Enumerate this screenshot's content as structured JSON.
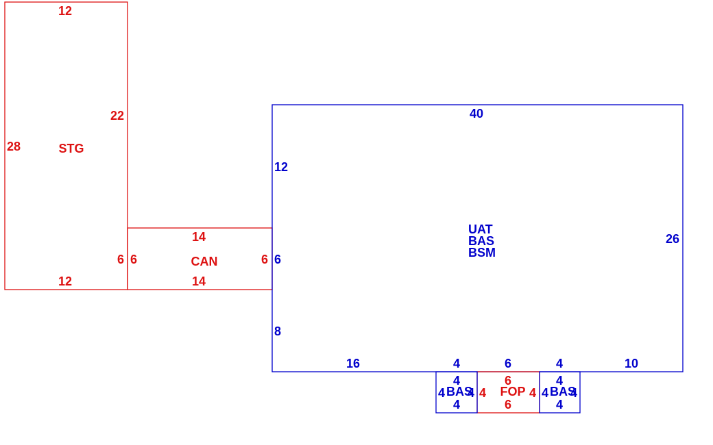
{
  "colors": {
    "primary": "#0000cc",
    "secondary": "#dd1111"
  },
  "areas": {
    "stg": {
      "code": "STG",
      "dims": {
        "top": "12",
        "left": "28",
        "right_upper": "22",
        "right_lower": "6",
        "bottom": "12"
      }
    },
    "can": {
      "code": "CAN",
      "dims": {
        "top": "14",
        "left": "6",
        "right": "6",
        "bottom": "14"
      }
    },
    "main": {
      "codes": [
        "UAT",
        "BAS",
        "BSM"
      ],
      "dims": {
        "top": "40",
        "left_upper": "12",
        "left_mid": "6",
        "left_lower": "8",
        "right": "26",
        "bottom_1": "16",
        "bottom_2": "4",
        "bottom_3": "6",
        "bottom_4": "4",
        "bottom_5": "10"
      }
    },
    "bas_left": {
      "code": "BAS",
      "dims": {
        "top": "4",
        "left": "4",
        "right": "4",
        "bottom": "4"
      }
    },
    "fop": {
      "code": "FOP",
      "dims": {
        "top": "6",
        "left": "4",
        "right": "4",
        "bottom": "6"
      }
    },
    "bas_right": {
      "code": "BAS",
      "dims": {
        "top": "4",
        "left": "4",
        "right": "4",
        "bottom": "4"
      }
    }
  }
}
